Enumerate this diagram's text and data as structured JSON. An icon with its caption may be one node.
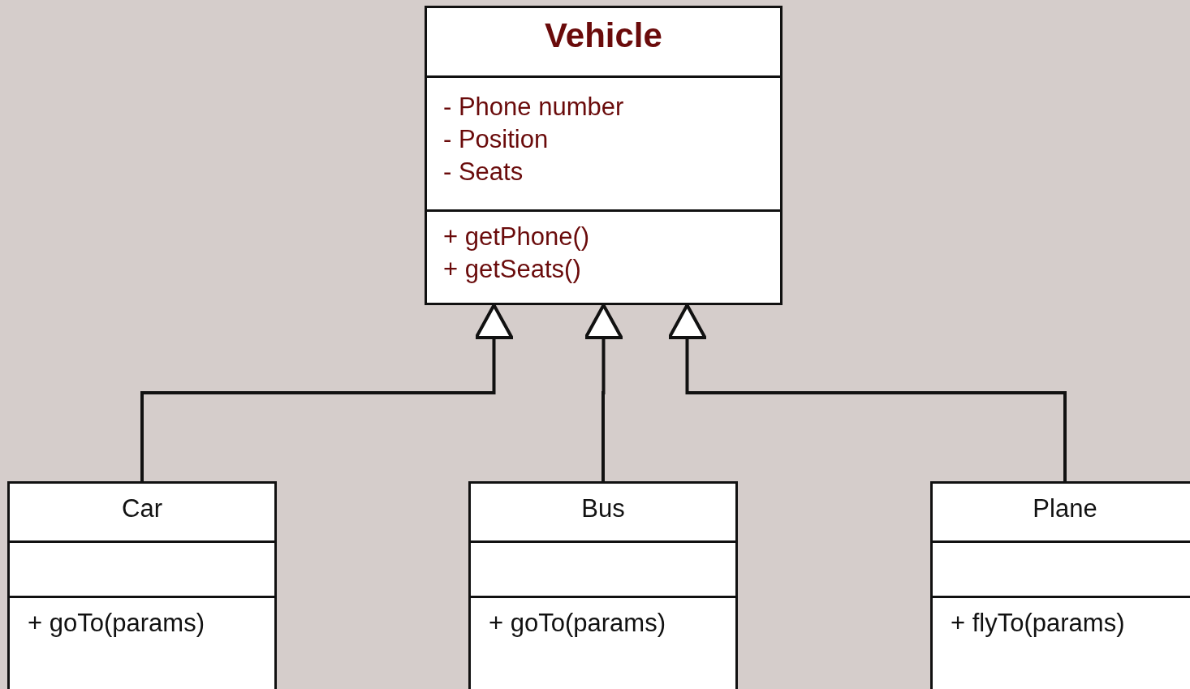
{
  "diagram": {
    "nodes": [
      {
        "text": [
          "Vehicle",
          "- Phone number",
          "- Position",
          "- Seats",
          "+ getPhone()",
          "+ getSeats()"
        ]
      },
      {
        "text": [
          "Car",
          "+ goTo(params)"
        ]
      },
      {
        "text": [
          "Bus",
          "+ goTo(params)"
        ]
      },
      {
        "text": [
          "Plane",
          "+ flyTo(params)"
        ]
      }
    ],
    "edges": [
      {
        "from": 1,
        "to": 0,
        "arrow": "to"
      },
      {
        "from": 2,
        "to": 0,
        "arrow": "to"
      },
      {
        "from": 3,
        "to": 0,
        "arrow": "to"
      }
    ]
  }
}
